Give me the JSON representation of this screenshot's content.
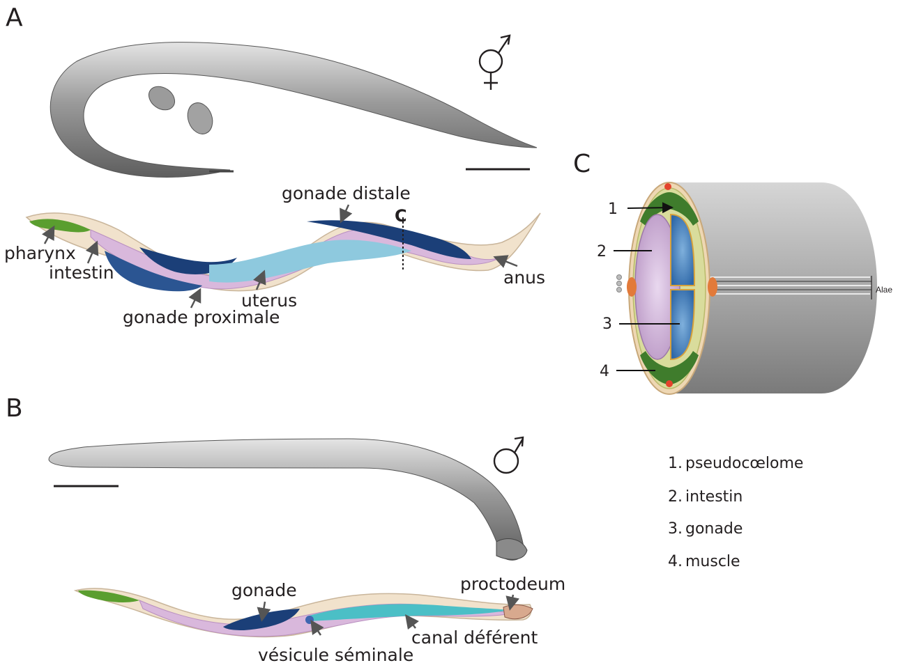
{
  "panels": {
    "a": "A",
    "b": "B",
    "c": "C"
  },
  "hermaphrodite": {
    "labels": {
      "pharynx": "pharynx",
      "intestin": "intestin",
      "gonade_distale": "gonade distale",
      "gonade_proximale": "gonade proximale",
      "uterus": "uterus",
      "anus": "anus",
      "section_marker": "C"
    }
  },
  "male": {
    "labels": {
      "gonade": "gonade",
      "vesicule_seminale": "vésicule séminale",
      "canal_deferent": "canal déférent",
      "proctodeum": "proctodeum"
    }
  },
  "cross_section": {
    "numbers": [
      "1",
      "2",
      "3",
      "4"
    ],
    "alae_label": "Alae"
  },
  "legend": [
    {
      "num": "1.",
      "text": "pseudocœlome"
    },
    {
      "num": "2.",
      "text": "intestin"
    },
    {
      "num": "3.",
      "text": "gonade"
    },
    {
      "num": "4.",
      "text": "muscle"
    }
  ],
  "colors": {
    "pharynx": "#5a9e2f",
    "intestine": "#d9b8dc",
    "gonad_dark": "#1b3f78",
    "gonad_light": "#8ec9de",
    "deferent": "#4bbfc6",
    "body": "#f1e2cc",
    "muscle": "#3f7c2c",
    "cylinder": "#a8a8a8"
  },
  "icons": [
    "hermaphrodite-symbol",
    "male-symbol",
    "scale-bar"
  ]
}
